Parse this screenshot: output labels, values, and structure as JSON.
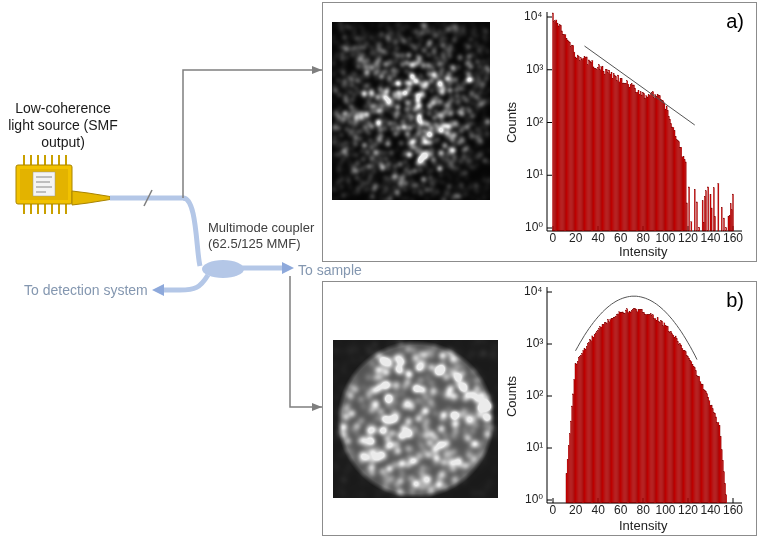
{
  "diagram": {
    "nodes": [
      {
        "text": [
          "Low-coherence light source (SMF output)"
        ]
      },
      {
        "text": [
          "Multimode coupler (62.5/125 MMF)"
        ]
      },
      {
        "text": [
          "a)"
        ]
      },
      {
        "text": [
          "b)"
        ]
      }
    ],
    "edges": [
      {
        "from": 0,
        "to": 1,
        "arrow": "none"
      },
      {
        "from": 0,
        "to": 2,
        "arrow": "to"
      },
      {
        "from": 1,
        "to": 3,
        "arrow": "to"
      }
    ],
    "labels": [
      "To sample",
      "To detection system",
      "10⁴",
      "10³",
      "10²",
      "10¹",
      "10⁰",
      "0",
      "20",
      "40",
      "60",
      "80",
      "100",
      "120",
      "140",
      "160",
      "Counts",
      "Intensity",
      "10⁴",
      "10³",
      "10²",
      "10¹",
      "10⁰",
      "0",
      "20",
      "40",
      "60",
      "80",
      "100",
      "120",
      "140",
      "160",
      "Counts",
      "Intensity"
    ]
  }
}
